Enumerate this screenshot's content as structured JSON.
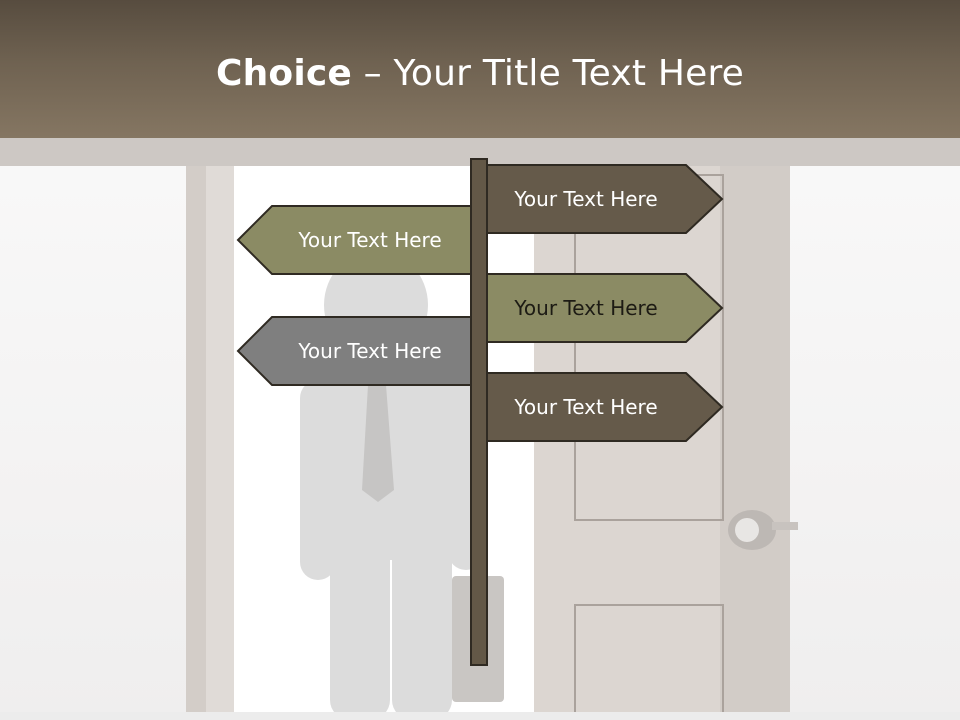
{
  "slide": {
    "title_bold": "Choice",
    "title_rest": " – Your Title Text Here"
  },
  "signs": [
    {
      "label": "Your Text Here",
      "direction": "right",
      "color": "#655a4a"
    },
    {
      "label": "Your Text Here",
      "direction": "left",
      "color": "#8b8b64"
    },
    {
      "label": "Your Text Here",
      "direction": "right",
      "color": "#8b8b64"
    },
    {
      "label": "Your Text Here",
      "direction": "left",
      "color": "#7f7f7f"
    },
    {
      "label": "Your Text Here",
      "direction": "right",
      "color": "#655a4a"
    }
  ]
}
